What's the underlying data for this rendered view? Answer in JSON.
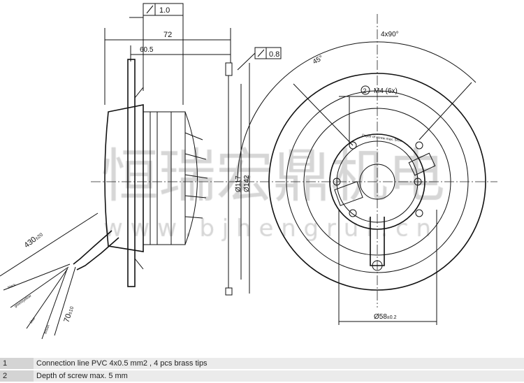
{
  "dimensions": {
    "flatness_tol": "1.0",
    "runout_tol": "0.8",
    "overall_depth": "72",
    "depth_to_flange": "60.5",
    "dia_inner": "Ø117",
    "dia_outer": "Ø142",
    "cable_length": "430",
    "cable_length_tol": "±20",
    "strip_length": "70",
    "strip_length_tol": "±10",
    "angle_pitch": "4x90°",
    "angle_offset": "45°",
    "screw_ref": "2",
    "screw_spec": "M4 (6x)",
    "hole_circle": "Ø58",
    "hole_circle_tol": "±0.2"
  },
  "wires": [
    "black",
    "green/yellow",
    "blue",
    "brown"
  ],
  "hub_label": "Depth of screw max. 5mm",
  "watermark": {
    "cn": "恒瑞宏鼎机电",
    "url": "w w w . b j h e n g r u i . c n"
  },
  "notes": [
    {
      "num": "1",
      "text": "Connection line PVC 4x0.5 mm2 , 4 pcs brass tips"
    },
    {
      "num": "2",
      "text": "Depth of screw max. 5 mm"
    }
  ],
  "colors": {
    "line": "#111111",
    "table_num_bg": "#d4d4d4",
    "table_text_bg": "#ebebeb"
  }
}
